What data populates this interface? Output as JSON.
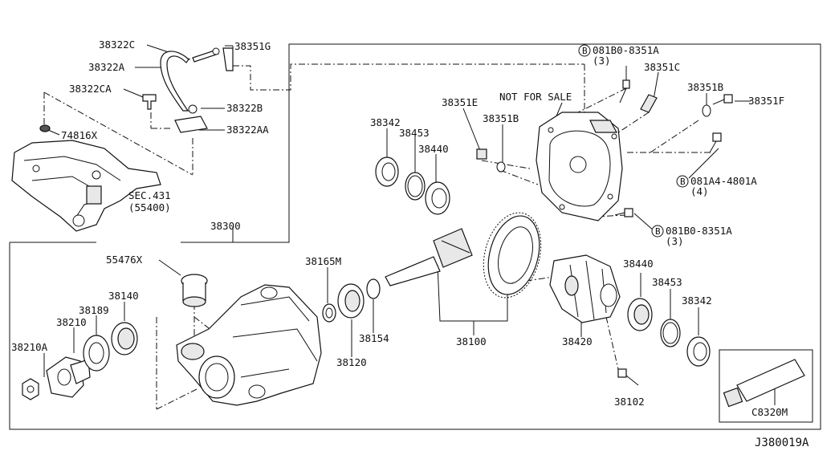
{
  "diagram_id": "J380019A",
  "watermark": "NOT FOR SALE",
  "labels": {
    "p38322C": "38322C",
    "p38351G": "38351G",
    "p38322A": "38322A",
    "p38322CA": "38322CA",
    "p38322B": "38322B",
    "p74816X": "74816X",
    "p38322AA": "38322AA",
    "sec431": "SEC.431",
    "sec431_sub": "(55400)",
    "p38300": "38300",
    "p38342_top": "38342",
    "p38453_top": "38453",
    "p38440_top": "38440",
    "p38351E": "38351E",
    "p38351B_left": "38351B",
    "bolt_a": "081B0-8351A",
    "bolt_a_qty": "(3)",
    "p38351C": "38351C",
    "p38351B_right": "38351B",
    "p38351F": "38351F",
    "bolt_b": "081A4-4801A",
    "bolt_b_qty": "(4)",
    "bolt_c": "081B0-8351A",
    "bolt_c_qty": "(3)",
    "circle_b": "B",
    "p55476X": "55476X",
    "p38165M": "38165M",
    "p38140": "38140",
    "p38189": "38189",
    "p38210": "38210",
    "p38210A": "38210A",
    "p38120": "38120",
    "p38154": "38154",
    "p38100": "38100",
    "p38440_bot": "38440",
    "p38453_bot": "38453",
    "p38342_bot": "38342",
    "p38420": "38420",
    "p38102": "38102",
    "pC8320M": "C8320M"
  }
}
